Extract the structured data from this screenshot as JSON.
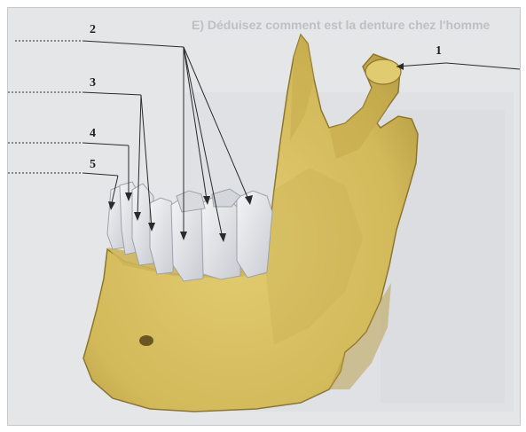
{
  "background_text": "E) Déduisez comment est la denture chez l'homme",
  "labels": [
    {
      "id": "1",
      "text": "1"
    },
    {
      "id": "2",
      "text": "2"
    },
    {
      "id": "3",
      "text": "3"
    },
    {
      "id": "4",
      "text": "4"
    },
    {
      "id": "5",
      "text": "5"
    }
  ],
  "colors": {
    "bone": "#d8c264",
    "bone_shadow": "#a88f3a",
    "tooth": "#e9eaee",
    "gum": "#c9b55a",
    "line": "#2a2a2a"
  }
}
